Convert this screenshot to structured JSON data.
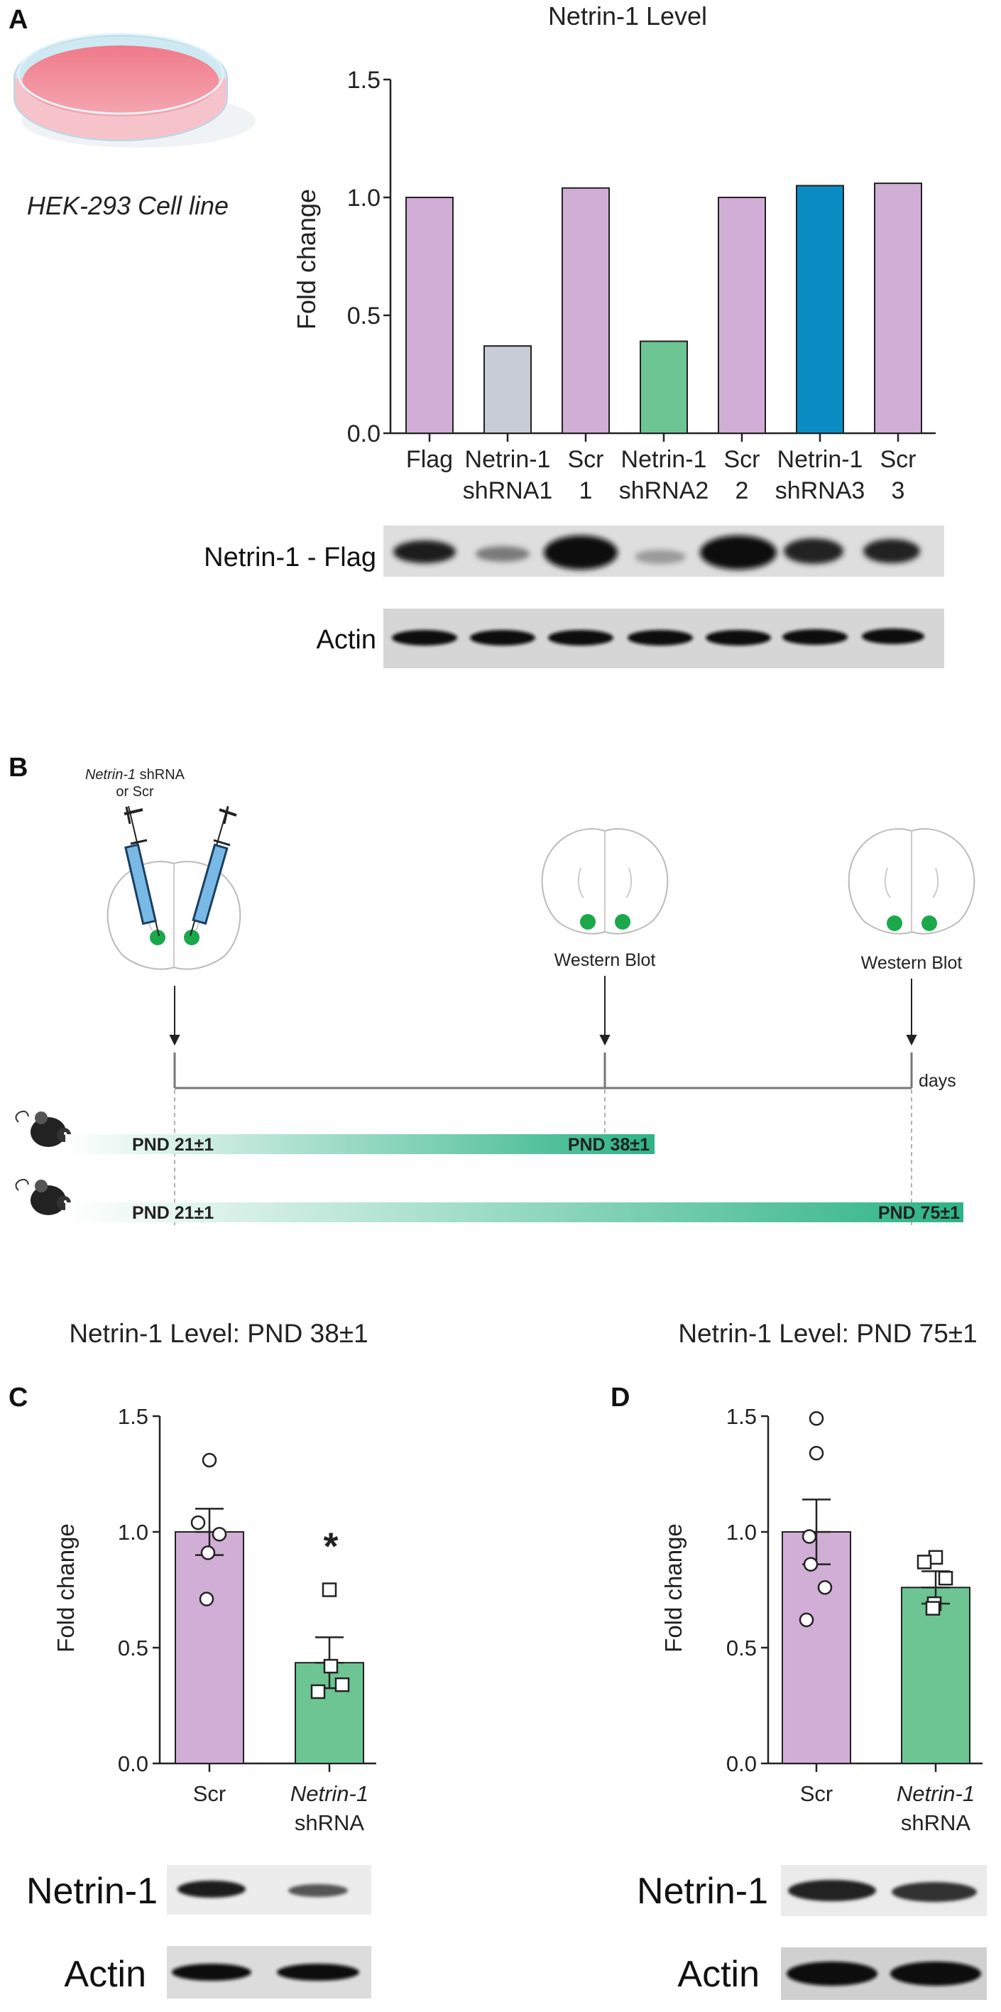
{
  "panels": {
    "a": {
      "letter": "A",
      "caption": "HEK-293 Cell line"
    },
    "b": {
      "letter": "B"
    },
    "c": {
      "letter": "C"
    },
    "d": {
      "letter": "D"
    }
  },
  "timeline": {
    "syringe_label_line1_italic": "Netrin-1",
    "syringe_label_line1_rest": " shRNA",
    "syringe_label_line2": "or Scr",
    "western_blot_1": "Western Blot",
    "western_blot_2": "Western Blot",
    "days_label": "days",
    "bar1_start": "PND 21±1",
    "bar1_end": "PND 38±1",
    "bar2_start": "PND 21±1",
    "bar2_end": "PND 75±1"
  },
  "blots": {
    "a_row1": "Netrin-1 - Flag",
    "a_row2": "Actin",
    "c_row1": "Netrin-1",
    "c_row2": "Actin",
    "d_row1": "Netrin-1",
    "d_row2": "Actin"
  },
  "colors": {
    "purple": "#d1aed6",
    "gray": "#c8ccd6",
    "green": "#6cc593",
    "blue": "#0b8dc4",
    "axis": "#222222",
    "timeline_green": "#2db386"
  },
  "chart_data": [
    {
      "id": "A",
      "type": "bar",
      "title": "Netrin-1 Level",
      "ylabel": "Fold change",
      "ylim": [
        0,
        1.5
      ],
      "yticks": [
        "0.0",
        "0.5",
        "1.0",
        "1.5"
      ],
      "categories": [
        [
          "Flag",
          ""
        ],
        [
          "Netrin-1",
          "shRNA1"
        ],
        [
          "Scr",
          "1"
        ],
        [
          "Netrin-1",
          "shRNA2"
        ],
        [
          "Scr",
          "2"
        ],
        [
          "Netrin-1",
          "shRNA3"
        ],
        [
          "Scr",
          "3"
        ]
      ],
      "values": [
        1.0,
        0.37,
        1.04,
        0.39,
        1.0,
        1.05,
        1.06
      ],
      "bar_colors": [
        "#d1aed6",
        "#c8ccd6",
        "#d1aed6",
        "#6cc593",
        "#d1aed6",
        "#0b8dc4",
        "#d1aed6"
      ]
    },
    {
      "id": "C",
      "type": "bar",
      "title": "Netrin-1 Level: PND 38±1",
      "ylabel": "Fold change",
      "ylim": [
        0,
        1.5
      ],
      "yticks": [
        "0.0",
        "0.5",
        "1.0",
        "1.5"
      ],
      "categories": [
        {
          "line1": "Scr",
          "line1_italic": false,
          "line2": ""
        },
        {
          "line1": "Netrin-1",
          "line1_italic": true,
          "line2": "shRNA"
        }
      ],
      "values": [
        1.0,
        0.435
      ],
      "errors": [
        0.1,
        0.11
      ],
      "bar_colors": [
        "#d1aed6",
        "#6cc593"
      ],
      "points": [
        [
          1.31,
          1.04,
          0.99,
          0.91,
          0.71
        ],
        [
          0.75,
          0.42,
          0.34,
          0.31
        ]
      ],
      "markers": [
        "circle",
        "square"
      ],
      "annotation": "*"
    },
    {
      "id": "D",
      "type": "bar",
      "title": "Netrin-1 Level: PND 75±1",
      "ylabel": "Fold change",
      "ylim": [
        0,
        1.5
      ],
      "yticks": [
        "0.0",
        "0.5",
        "1.0",
        "1.5"
      ],
      "categories": [
        {
          "line1": "Scr",
          "line1_italic": false,
          "line2": ""
        },
        {
          "line1": "Netrin-1",
          "line1_italic": true,
          "line2": "shRNA"
        }
      ],
      "values": [
        1.0,
        0.76
      ],
      "errors": [
        0.14,
        0.07
      ],
      "bar_colors": [
        "#d1aed6",
        "#6cc593"
      ],
      "points": [
        [
          1.49,
          1.34,
          0.98,
          0.86,
          0.76,
          0.62
        ],
        [
          0.89,
          0.87,
          0.8,
          0.69,
          0.67
        ]
      ],
      "markers": [
        "circle",
        "square"
      ],
      "annotation": ""
    }
  ]
}
